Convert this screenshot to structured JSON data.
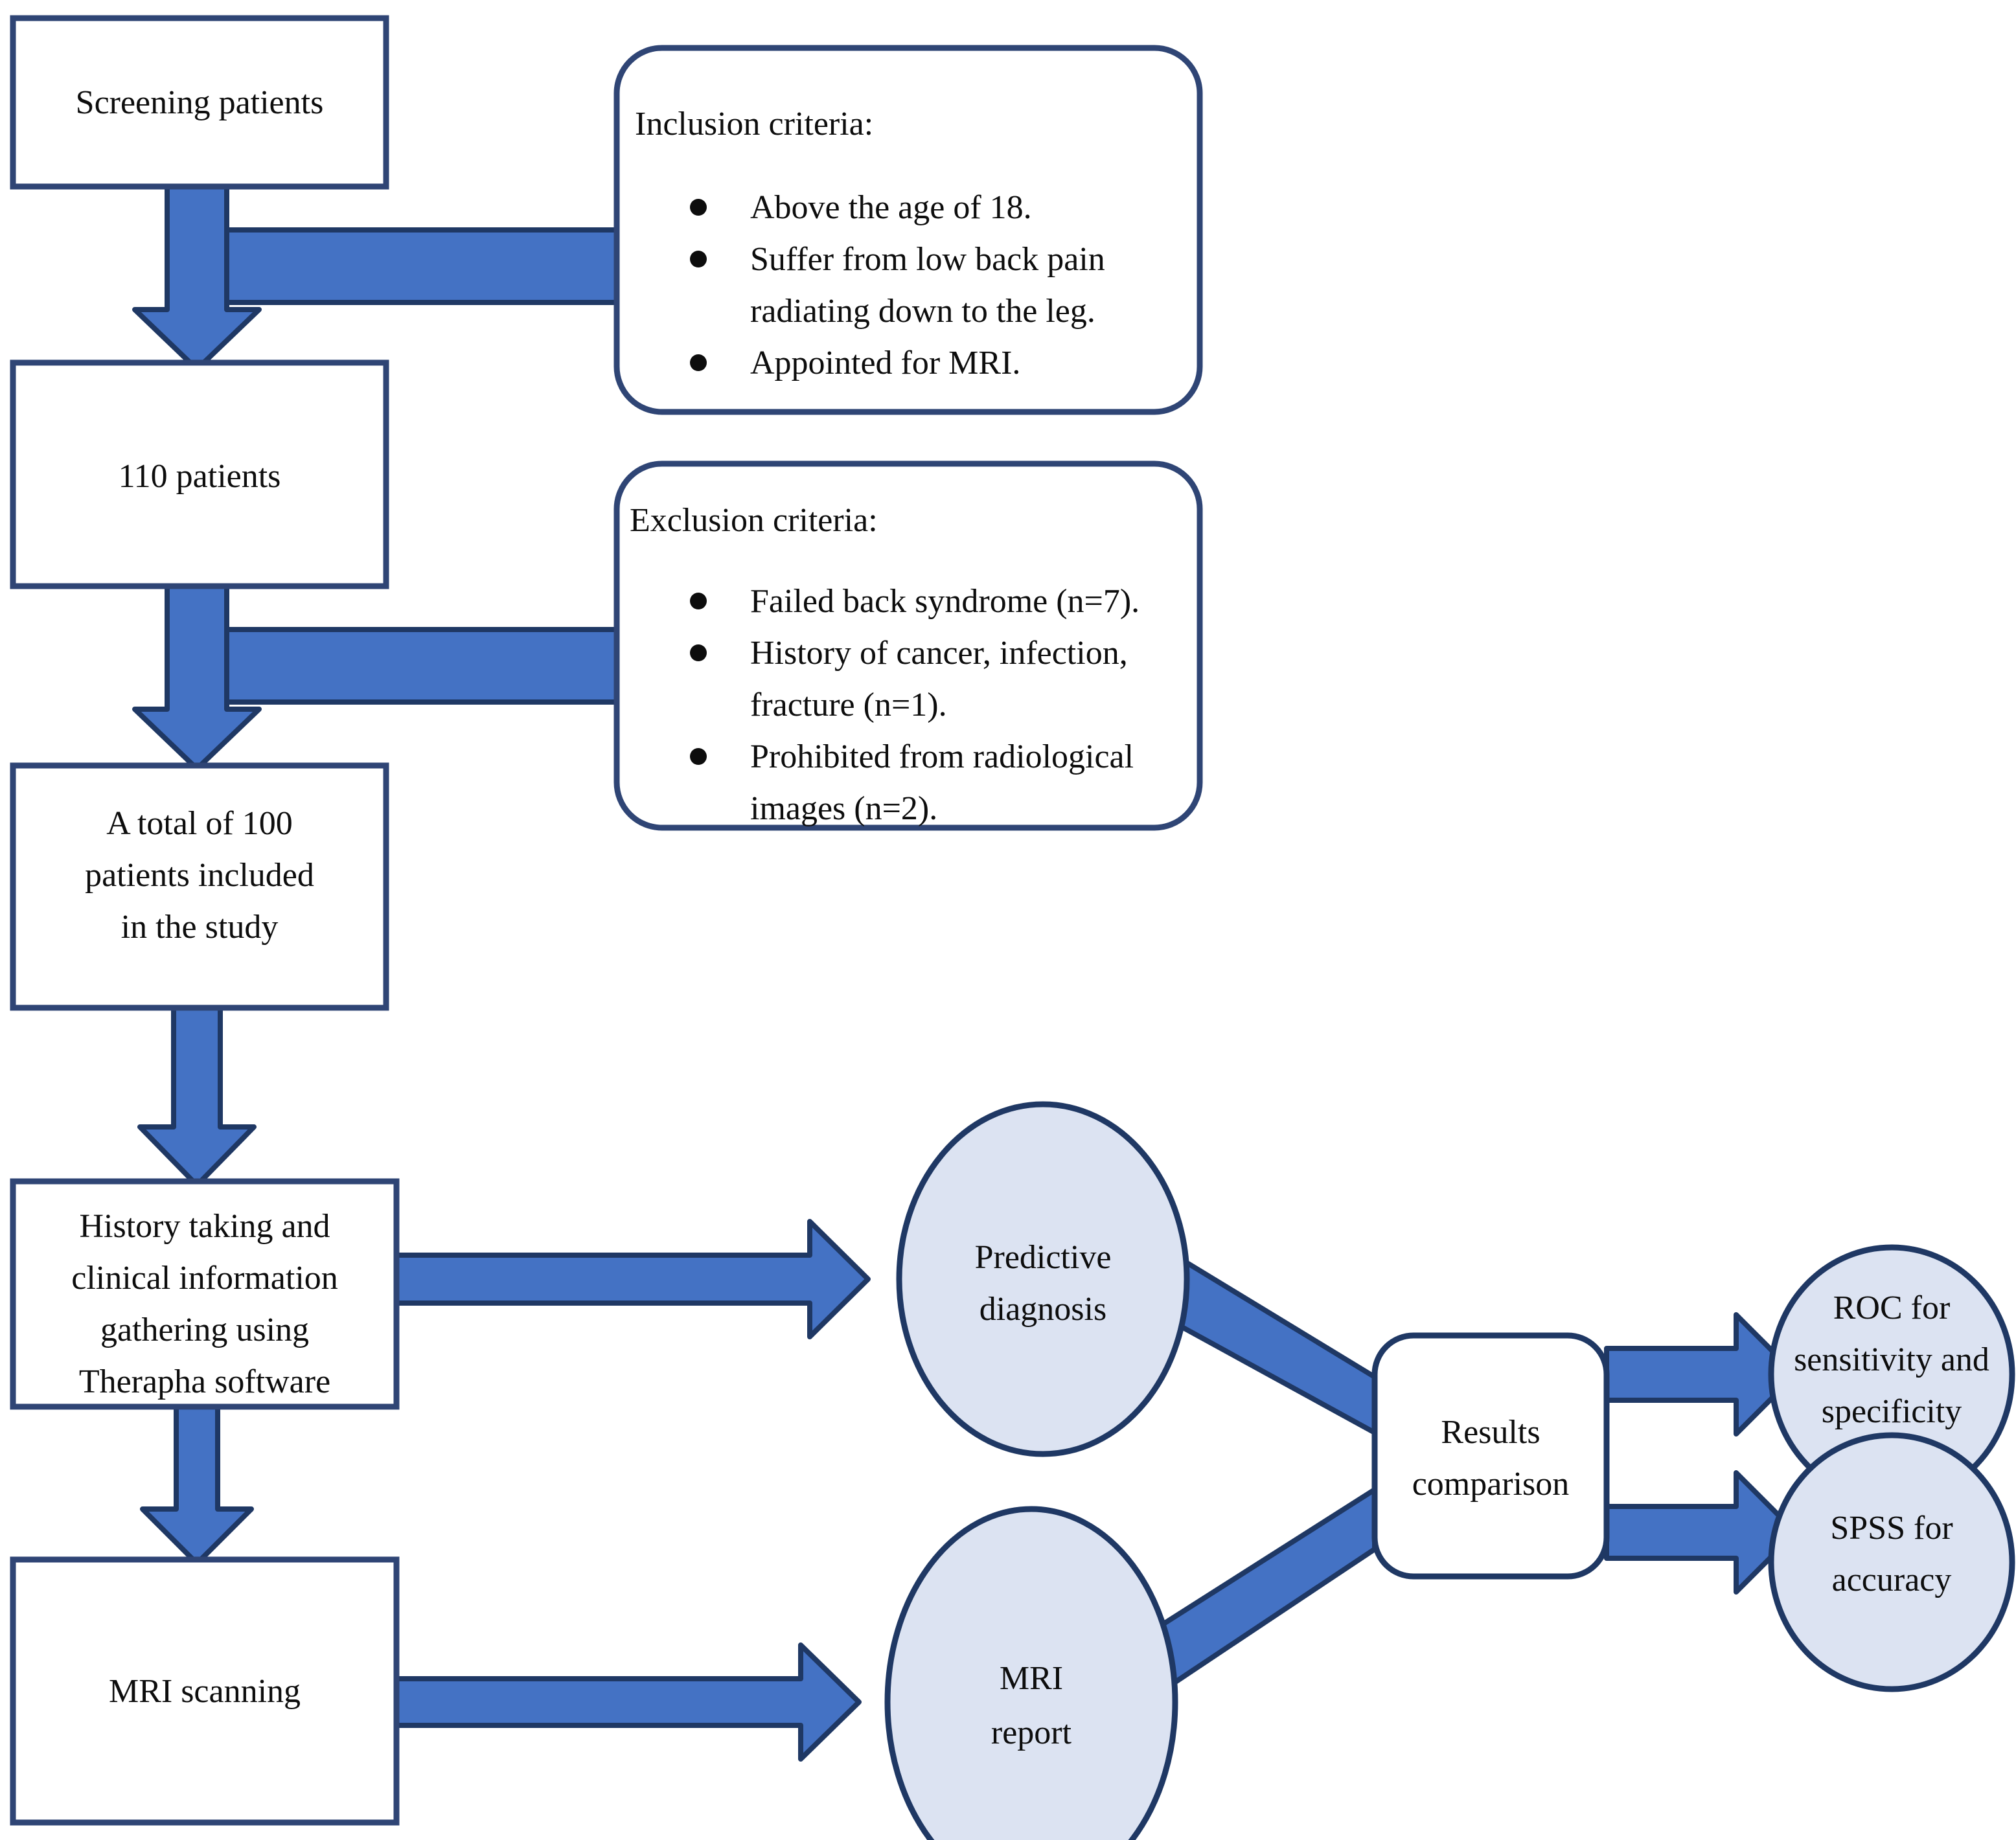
{
  "diagram": {
    "title": "Study flow diagram",
    "colors": {
      "box_border": "#2F4575",
      "box_fill": "#FFFFFF",
      "arrow_fill": "#4472C4",
      "arrow_stroke": "#1F3864",
      "ellipse_fill": "#DCE3F2",
      "ellipse_stroke": "#1F3864",
      "text": "#0D0D0D",
      "page_background": "#FFFFFF"
    },
    "nodes": {
      "screening": {
        "label": "Screening patients",
        "shape": "rectangle"
      },
      "patients_110": {
        "label": "110 patients",
        "shape": "rectangle"
      },
      "total_100": {
        "shape": "rectangle",
        "lines": [
          "A total of 100",
          "patients included",
          "in the study"
        ]
      },
      "history_taking": {
        "shape": "rectangle",
        "lines": [
          "History taking and",
          "clinical information",
          "gathering using",
          "Therapha software"
        ]
      },
      "mri_scanning": {
        "label": "MRI scanning",
        "shape": "rectangle"
      },
      "predictive_diagnosis": {
        "shape": "ellipse",
        "lines": [
          "Predictive",
          "diagnosis"
        ]
      },
      "mri_report": {
        "shape": "ellipse",
        "lines": [
          "MRI",
          "report"
        ]
      },
      "results_comparison": {
        "shape": "rounded-rectangle",
        "lines": [
          "Results",
          "comparison"
        ]
      },
      "roc": {
        "shape": "ellipse",
        "lines": [
          "ROC for",
          "sensitivity and",
          "specificity"
        ]
      },
      "spss": {
        "shape": "ellipse",
        "lines": [
          "SPSS for",
          "accuracy"
        ]
      }
    },
    "callouts": {
      "inclusion": {
        "shape": "rounded-rectangle",
        "title": "Inclusion criteria:",
        "items": [
          [
            "Above the age of 18."
          ],
          [
            "Suffer from low back pain",
            "radiating down to the leg."
          ],
          [
            "Appointed for MRI."
          ]
        ]
      },
      "exclusion": {
        "shape": "rounded-rectangle",
        "title": "Exclusion criteria:",
        "items": [
          [
            "Failed back syndrome (n=7)."
          ],
          [
            "History of cancer, infection,",
            "fracture (n=1)."
          ],
          [
            "Prohibited from radiological",
            "images (n=2)."
          ]
        ]
      }
    },
    "connectors": [
      {
        "name": "screening-to-110",
        "type": "arrow-down"
      },
      {
        "name": "inclusion-to-screening-flow",
        "type": "band-horizontal"
      },
      {
        "name": "110-to-total100",
        "type": "arrow-down"
      },
      {
        "name": "exclusion-to-110-flow",
        "type": "band-horizontal"
      },
      {
        "name": "total100-to-history",
        "type": "arrow-down"
      },
      {
        "name": "history-to-mri-scanning",
        "type": "arrow-down"
      },
      {
        "name": "history-to-predictive",
        "type": "arrow-right"
      },
      {
        "name": "mri-scanning-to-mri-report",
        "type": "arrow-right"
      },
      {
        "name": "predictive-to-results",
        "type": "band-diagonal"
      },
      {
        "name": "mri-report-to-results",
        "type": "band-diagonal"
      },
      {
        "name": "results-to-roc",
        "type": "arrow-right"
      },
      {
        "name": "results-to-spss",
        "type": "arrow-right"
      }
    ]
  }
}
